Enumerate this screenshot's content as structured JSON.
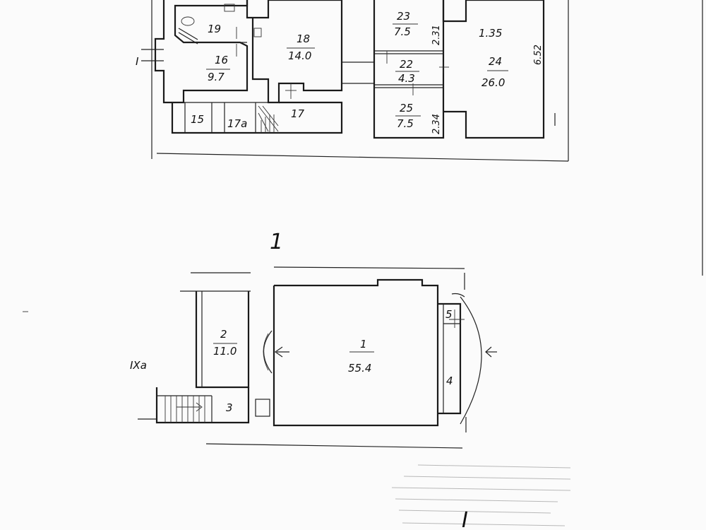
{
  "upper_plan": {
    "rooms": [
      {
        "id": "19",
        "area": ""
      },
      {
        "id": "16",
        "area": "9.7"
      },
      {
        "id": "18",
        "area": "14.0"
      },
      {
        "id": "15",
        "area": ""
      },
      {
        "id": "17a",
        "label": "17a"
      },
      {
        "id": "17",
        "area": ""
      },
      {
        "id": "23",
        "area": "7.5"
      },
      {
        "id": "22",
        "area": "4.3"
      },
      {
        "id": "25",
        "area": "7.5"
      },
      {
        "id": "24",
        "area": "26.0"
      }
    ],
    "dimensions": {
      "d_1_35": "1.35",
      "d_6_52": "6.52",
      "d_2_31": "2.31",
      "d_2_34": "2.34"
    },
    "side_mark": "I"
  },
  "floor_mark": "1",
  "lower_plan": {
    "rooms": [
      {
        "id": "1",
        "area": "55.4"
      },
      {
        "id": "2",
        "area": "11.0"
      },
      {
        "id": "3",
        "area": ""
      },
      {
        "id": "4",
        "area": ""
      },
      {
        "id": "5",
        "area": ""
      }
    ],
    "side_mark": "IXa"
  },
  "footer_mark": "I"
}
